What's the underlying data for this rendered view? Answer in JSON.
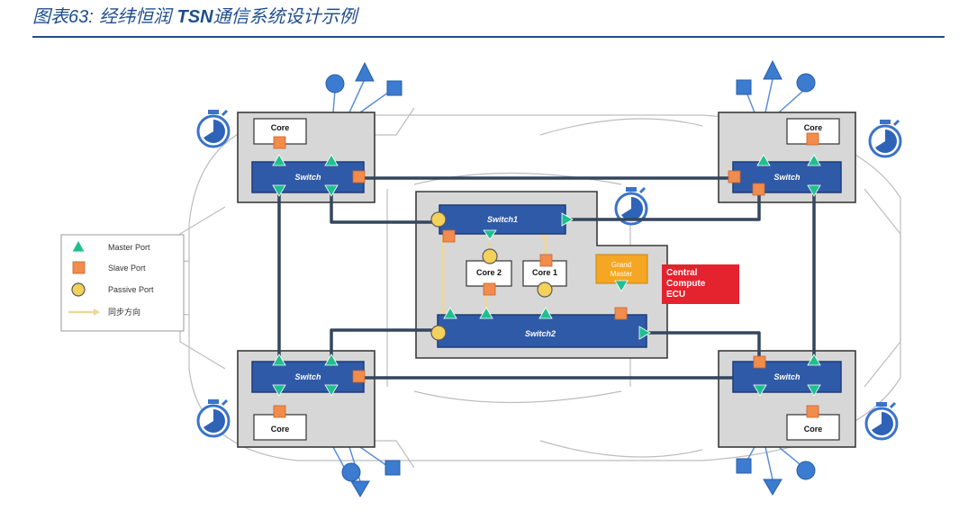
{
  "figure": {
    "title_prefix": "图表",
    "title_number": "63:",
    "title_company": "经纬恒润",
    "title_tsn": "TSN",
    "title_rest": "通信系统设计示例"
  },
  "diagram": {
    "corner_core_label": "Core",
    "corner_switch_label": "Switch",
    "central_switch1_label": "Switch1",
    "central_switch2_label": "Switch2",
    "core2_label": "Core 2",
    "core1_label": "Core 1",
    "grand_master_lines": [
      "Grand",
      "Master"
    ],
    "central_ecu_lines": [
      "Central",
      "Compute",
      "ECU"
    ]
  },
  "legend": {
    "master_port": "Master Port",
    "slave_port": "Slave Port",
    "passive_port": "Passive Port",
    "sync_direction": "同步方向"
  },
  "colors": {
    "title_blue": "#1f4e8c",
    "switch_blue": "#2f5aa8",
    "master_green": "#1fbf8f",
    "slave_orange": "#f28c4c",
    "passive_yellow": "#f3d15b",
    "grand_master_orange": "#f5a623",
    "ecu_red": "#e4232f",
    "sync_line": "#ecd79b"
  },
  "icons": [
    "stopwatch-icon",
    "peripheral-circle-icon",
    "peripheral-triangle-icon",
    "peripheral-square-icon",
    "master-port-icon",
    "slave-port-icon",
    "passive-port-icon"
  ]
}
